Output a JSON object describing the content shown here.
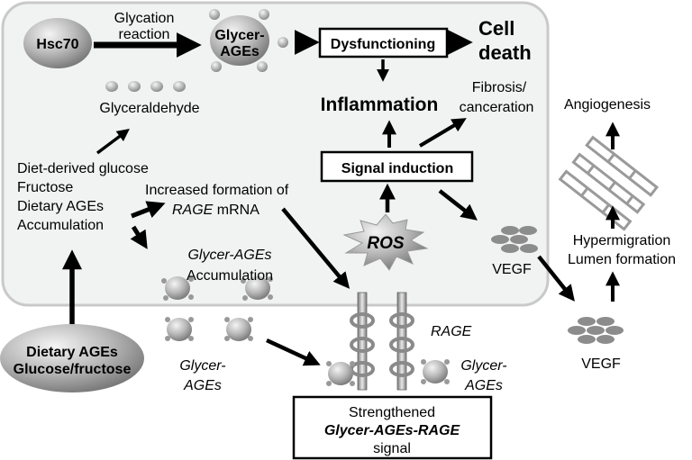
{
  "labels": {
    "hsc70": "Hsc70",
    "glycation_line1": "Glycation",
    "glycation_line2": "reaction",
    "glycer_ages_top_line1": "Glycer-",
    "glycer_ages_top_line2": "AGEs",
    "dysfunctioning": "Dysfunctioning",
    "cell_death_line1": "Cell",
    "cell_death_line2": "death",
    "glyceraldehyde": "Glyceraldehyde",
    "inflammation": "Inflammation",
    "fibrosis_line1": "Fibrosis/",
    "fibrosis_line2": "canceration",
    "angiogenesis": "Angiogenesis",
    "signal_induction": "Signal induction",
    "diet_line1": "Diet-derived glucose",
    "diet_line2": "Fructose",
    "diet_line3": "Dietary AGEs",
    "diet_line4": "Accumulation",
    "increased_formation": "Increased formation of",
    "rage_mrna_italic": "RAGE",
    "rage_mrna_rest": " mRNA",
    "ros": "ROS",
    "vegf_inside": "VEGF",
    "hypermigration": "Hypermigration",
    "lumen_formation": "Lumen formation",
    "glycer_ages_accum_line1": "Glycer-AGEs",
    "glycer_ages_accum_line2": "Accumulation",
    "dietary_ages_line1": "Dietary AGEs",
    "dietary_ages_line2": "Glucose/fructose",
    "rage": "RAGE",
    "glycer_ages_left_line1": "Glycer-",
    "glycer_ages_left_line2": "AGEs",
    "glycer_ages_right_line1": "Glycer-",
    "glycer_ages_right_line2": "AGEs",
    "vegf_outside": "VEGF",
    "strengthened": "Strengthened",
    "signal_name": "Glycer-AGEs-RAGE",
    "signal_word": "signal"
  },
  "colors": {
    "cell_fill": "#f1f3f2",
    "cell_border": "#c9c9c9",
    "sphere_gray": "#a8a8a8",
    "arrow": "#000000"
  }
}
